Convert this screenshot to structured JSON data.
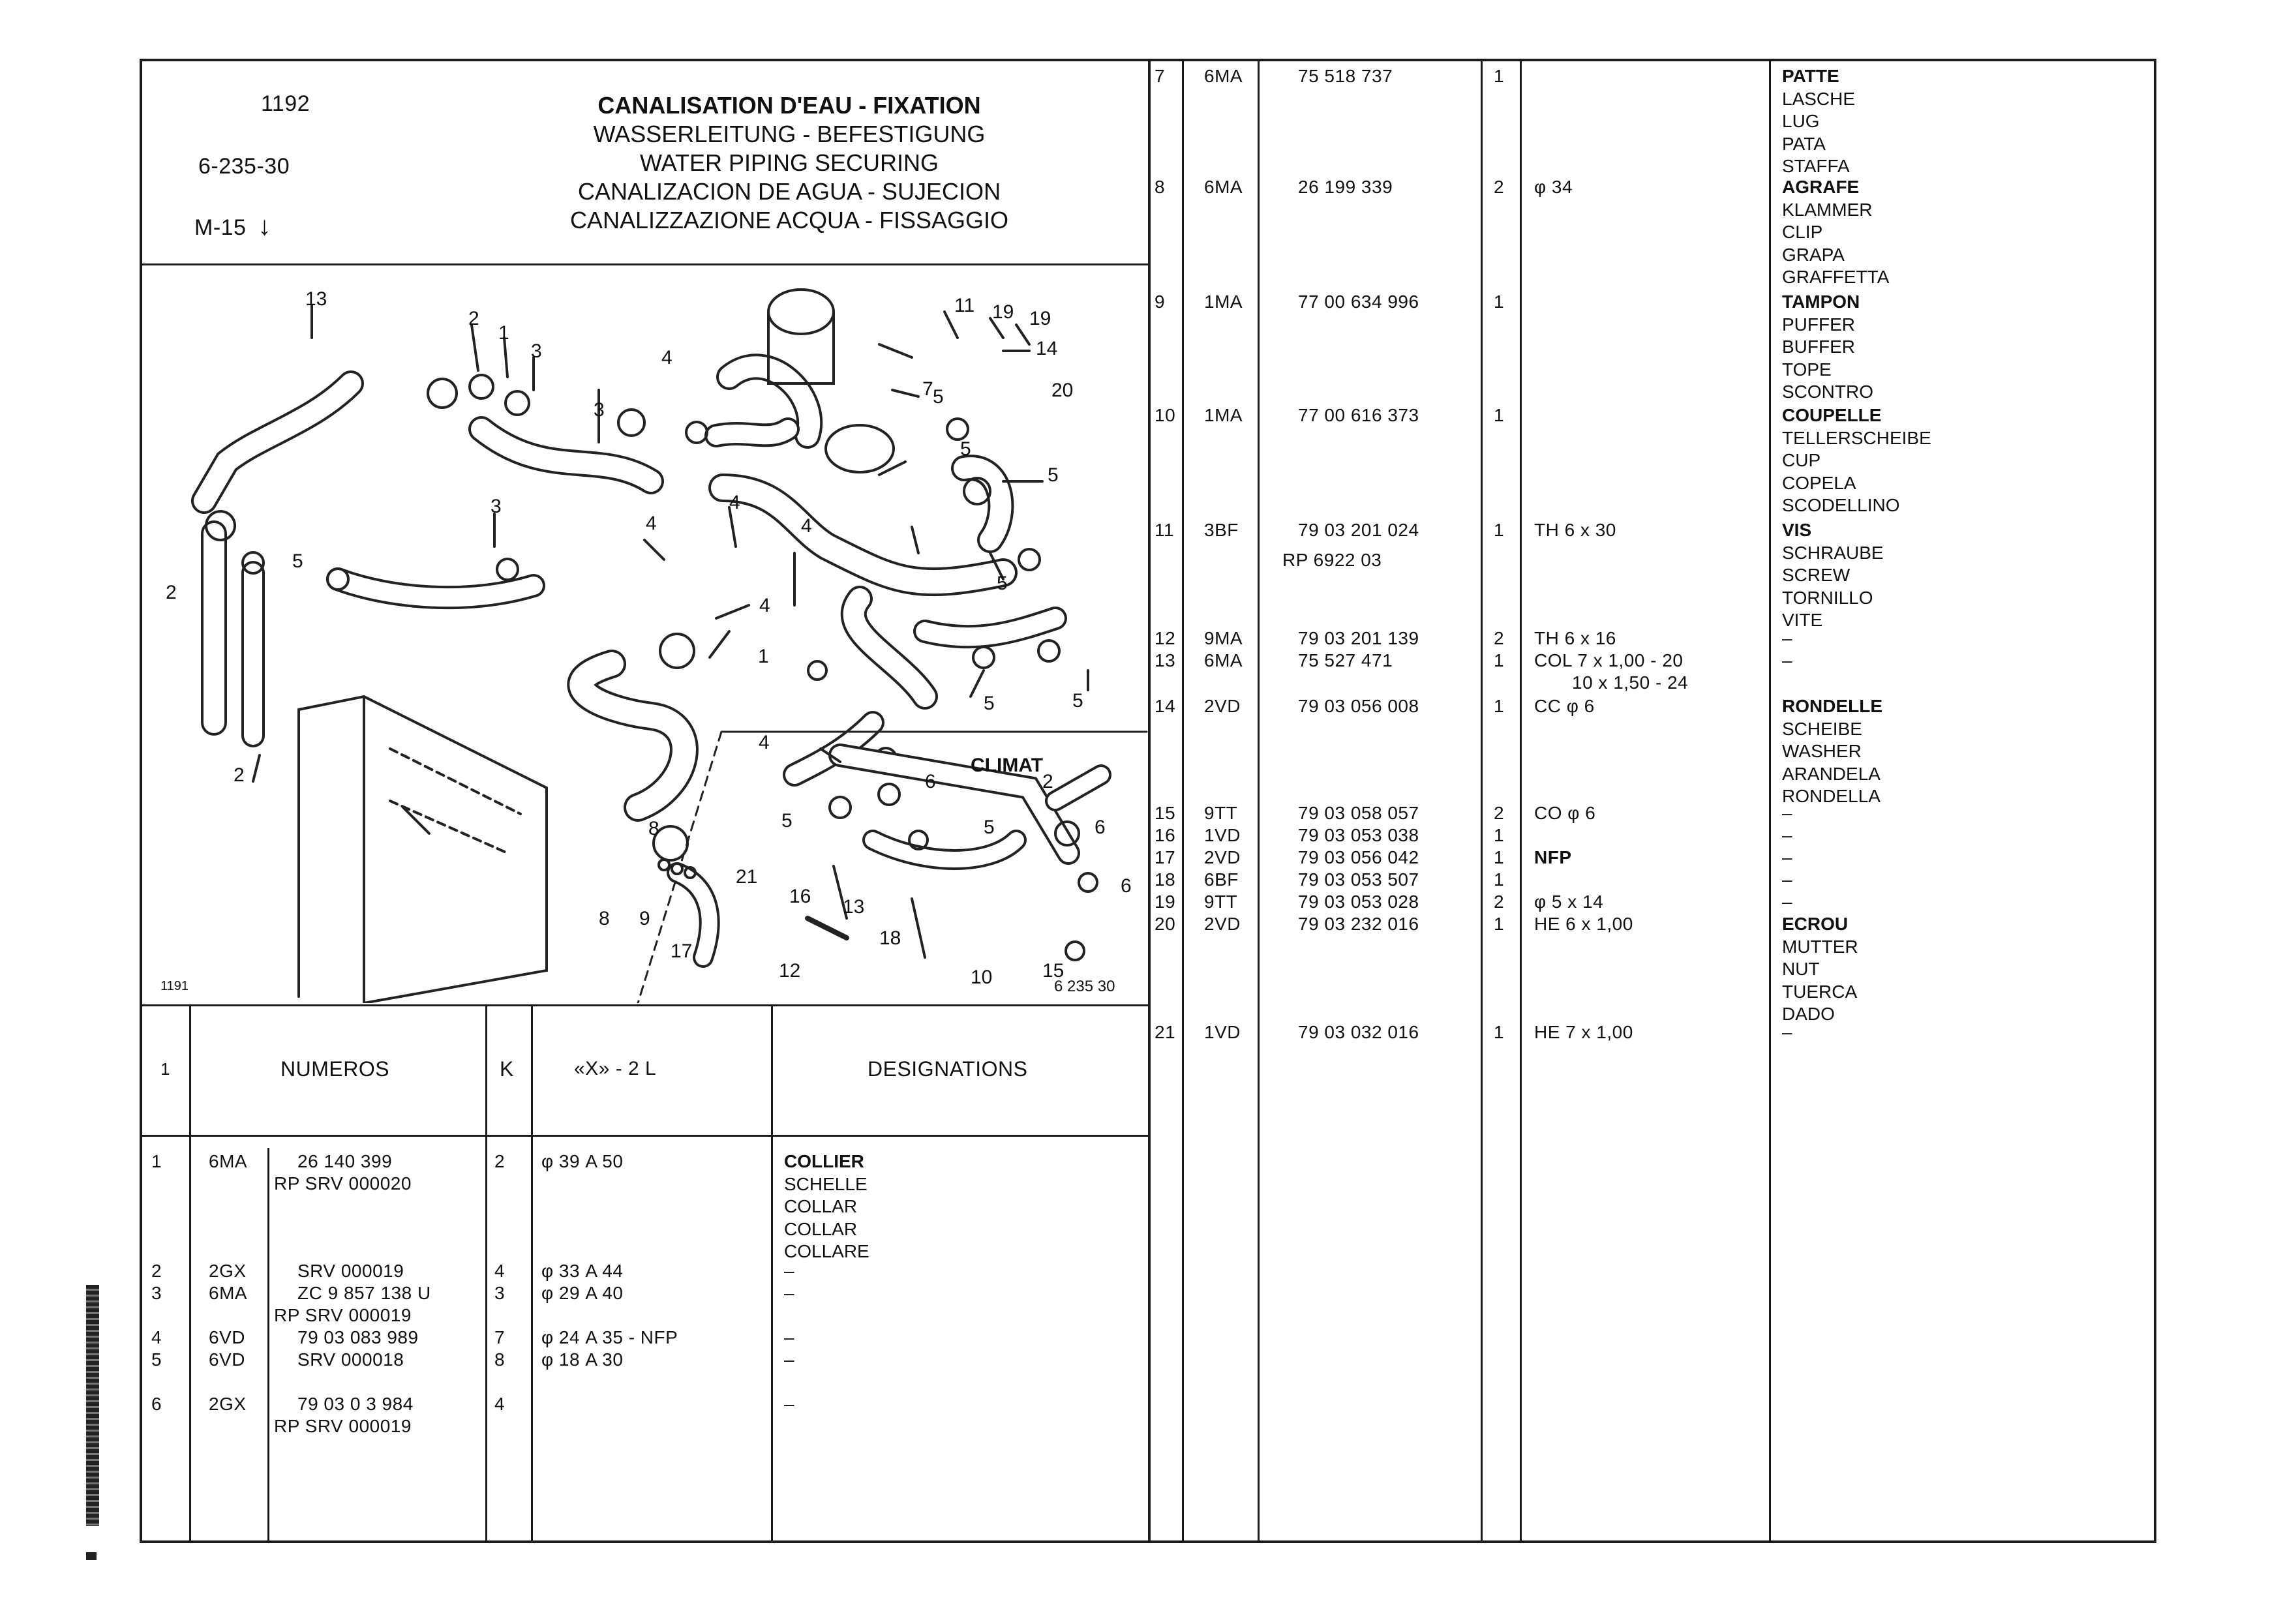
{
  "header": {
    "page_number": "1192",
    "ref_code": "6-235-30",
    "model_code": "M-15",
    "model_arrow": "↓",
    "titles": [
      "CANALISATION D'EAU - FIXATION",
      "WASSERLEITUNG - BEFESTIGUNG",
      "WATER PIPING SECURING",
      "CANALIZACION DE AGUA - SUJECION",
      "CANALIZZAZIONE ACQUA - FISSAGGIO"
    ]
  },
  "illustration": {
    "figure_number": "1191",
    "figure_ref": "6 235 30",
    "inset_label": "CLIMAT",
    "callouts": [
      "13",
      "2",
      "1",
      "3",
      "4",
      "11",
      "19",
      "19",
      "14",
      "7",
      "20",
      "5",
      "3",
      "5",
      "4",
      "4",
      "5",
      "2",
      "3",
      "4",
      "5",
      "4",
      "5",
      "5",
      "1",
      "5",
      "5",
      "2",
      "4",
      "5",
      "6",
      "8",
      "21",
      "9",
      "17",
      "16",
      "13",
      "18",
      "12",
      "10",
      "15",
      "6",
      "8",
      "2",
      "6"
    ]
  },
  "table_header": {
    "col_ref": "1",
    "col_numbers": "NUMEROS",
    "col_k": "K",
    "col_spec": "«X» - 2 L",
    "col_designations": "DESIGNATIONS"
  },
  "left_rows": [
    {
      "ref": "1",
      "code": "6MA",
      "number": "26  140  399",
      "number2": "RP SRV  000020",
      "qty": "2",
      "spec": "φ 39 A 50"
    },
    {
      "ref": "2",
      "code": "2GX",
      "number": "SRV  000019",
      "qty": "4",
      "spec": "φ 33 A 44"
    },
    {
      "ref": "3",
      "code": "6MA",
      "number": "ZC 9  857  138 U",
      "number2": "RP SRV  000019",
      "qty": "3",
      "spec": "φ 29 A 40"
    },
    {
      "ref": "4",
      "code": "6VD",
      "number": "79  03  083  989",
      "qty": "7",
      "spec": "φ 24 A 35 - NFP"
    },
    {
      "ref": "5",
      "code": "6VD",
      "number": "SRV  000018",
      "qty": "8",
      "spec": "φ 18 A 30"
    },
    {
      "ref": "6",
      "code": "2GX",
      "number": "79  03  0 3  984",
      "number2": "RP SRV  000019",
      "qty": "4",
      "spec": ""
    }
  ],
  "left_designations": [
    [
      "COLLIER",
      "SCHELLE",
      "COLLAR",
      "COLLAR",
      "COLLARE"
    ],
    [
      "–"
    ],
    [
      "–"
    ],
    [
      "–"
    ],
    [
      "–"
    ],
    [
      "–"
    ]
  ],
  "right_rows": [
    {
      "ref": "7",
      "code": "6MA",
      "number": "75  518  737",
      "qty": "1",
      "spec": ""
    },
    {
      "ref": "8",
      "code": "6MA",
      "number": "26  199  339",
      "qty": "2",
      "spec": "φ 34"
    },
    {
      "ref": "9",
      "code": "1MA",
      "number": "77  00  634  996",
      "qty": "1",
      "spec": ""
    },
    {
      "ref": "10",
      "code": "1MA",
      "number": "77  00  616  373",
      "qty": "1",
      "spec": ""
    },
    {
      "ref": "11",
      "code": "3BF",
      "number": "79  03  201  024",
      "number2": "RP 6922 03",
      "qty": "1",
      "spec": "TH  6 x 30"
    },
    {
      "ref": "12",
      "code": "9MA",
      "number": "79  03  201  139",
      "qty": "2",
      "spec": "TH 6 x 16"
    },
    {
      "ref": "13",
      "code": "6MA",
      "number": "75  527  471",
      "qty": "1",
      "spec": "COL 7 x 1,00 - 20",
      "spec2": "10 x 1,50 - 24"
    },
    {
      "ref": "14",
      "code": "2VD",
      "number": "79  03  056  008",
      "qty": "1",
      "spec": "CC φ 6"
    },
    {
      "ref": "15",
      "code": "9TT",
      "number": "79  03  058  057",
      "qty": "2",
      "spec": "CO φ 6"
    },
    {
      "ref": "16",
      "code": "1VD",
      "number": "79  03  053  038",
      "qty": "1",
      "spec": ""
    },
    {
      "ref": "17",
      "code": "2VD",
      "number": "79  03  056  042",
      "qty": "1",
      "spec": "NFP"
    },
    {
      "ref": "18",
      "code": "6BF",
      "number": "79  03  053  507",
      "qty": "1",
      "spec": ""
    },
    {
      "ref": "19",
      "code": "9TT",
      "number": "79  03  053  028",
      "qty": "2",
      "spec": "φ 5 x 14"
    },
    {
      "ref": "20",
      "code": "2VD",
      "number": "79  03  232  016",
      "qty": "1",
      "spec": "HE 6 x 1,00"
    },
    {
      "ref": "21",
      "code": "1VD",
      "number": "79  03  032  016",
      "qty": "1",
      "spec": "HE 7 x 1,00"
    }
  ],
  "right_designations": [
    [
      "PATTE",
      "LASCHE",
      "LUG",
      "PATA",
      "STAFFA"
    ],
    [
      "AGRAFE",
      "KLAMMER",
      "CLIP",
      "GRAPA",
      "GRAFFETTA"
    ],
    [
      "TAMPON",
      "PUFFER",
      "BUFFER",
      "TOPE",
      "SCONTRO"
    ],
    [
      "COUPELLE",
      "TELLERSCHEIBE",
      "CUP",
      "COPELA",
      "SCODELLINO"
    ],
    [
      "VIS",
      "SCHRAUBE",
      "SCREW",
      "TORNILLO",
      "VITE"
    ],
    [
      "–"
    ],
    [
      "–"
    ],
    [
      "RONDELLE",
      "SCHEIBE",
      "WASHER",
      "ARANDELA",
      "RONDELLA"
    ],
    [
      "–"
    ],
    [
      "–"
    ],
    [
      "–"
    ],
    [
      "–"
    ],
    [
      "–"
    ],
    [
      "ECROU",
      "MUTTER",
      "NUT",
      "TUERCA",
      "DADO"
    ],
    [
      "–"
    ]
  ]
}
